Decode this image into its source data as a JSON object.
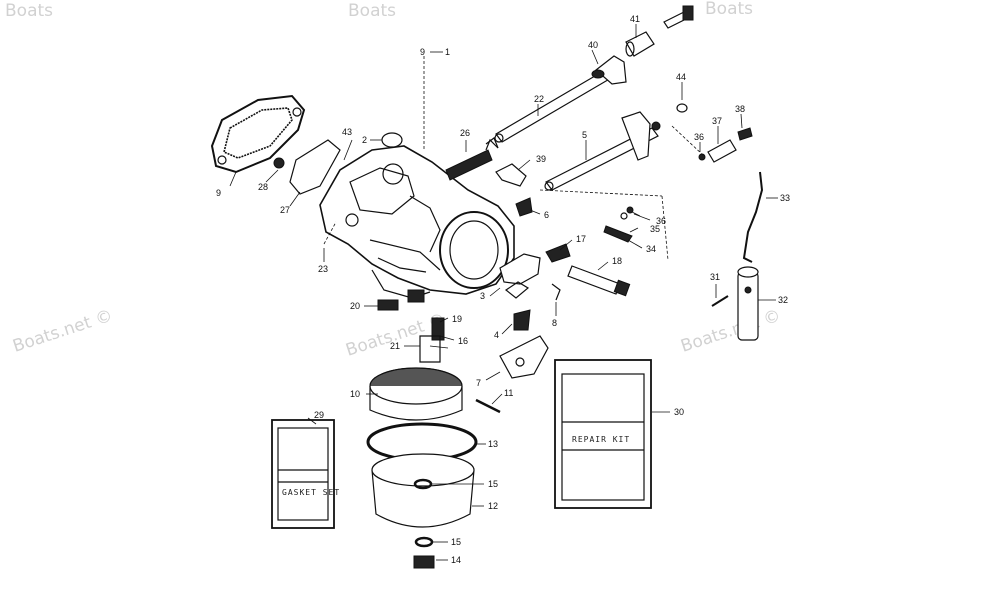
{
  "watermark": "Boats.net ©",
  "watermark_top": "Boats",
  "callouts": {
    "c1": "1",
    "c2": "2",
    "c3": "3",
    "c4": "4",
    "c5": "5",
    "c6": "6",
    "c7": "7",
    "c8": "8",
    "c9": "9",
    "c10": "10",
    "c11": "11",
    "c12": "12",
    "c13": "13",
    "c14": "14",
    "c15a": "15",
    "c15b": "15",
    "c16": "16",
    "c17": "17",
    "c18": "18",
    "c19": "19",
    "c20": "20",
    "c21": "21",
    "c22": "22",
    "c23": "23",
    "c26": "26",
    "c27": "27",
    "c28": "28",
    "c29": "29",
    "c30": "30",
    "c31": "31",
    "c32": "32",
    "c33": "33",
    "c34": "34",
    "c35": "35",
    "c36a": "36",
    "c36b": "36",
    "c37": "37",
    "c38": "38",
    "c39": "39",
    "c40": "40",
    "c41": "41",
    "c43": "43",
    "c44": "44"
  },
  "kits": {
    "gasket_set": "GASKET SET",
    "repair_kit": "REPAIR KIT"
  }
}
